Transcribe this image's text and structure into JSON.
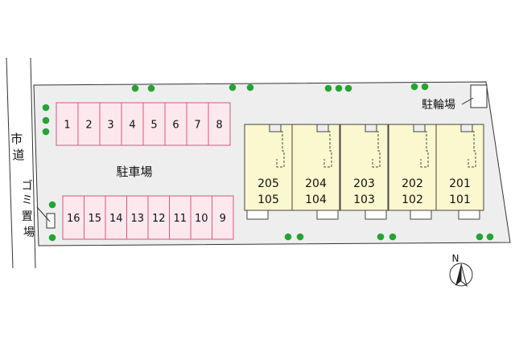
{
  "road_label": "市道",
  "garbage_label": "ゴミ置場",
  "parking_label": "駐車場",
  "bicycle_label": "駐輪場",
  "north_label": "N",
  "parking_top": [
    "1",
    "2",
    "3",
    "4",
    "5",
    "6",
    "7",
    "8"
  ],
  "parking_bottom": [
    "16",
    "15",
    "14",
    "13",
    "12",
    "11",
    "10",
    "9"
  ],
  "units": [
    {
      "upper": "205",
      "lower": "105"
    },
    {
      "upper": "204",
      "lower": "104"
    },
    {
      "upper": "203",
      "lower": "103"
    },
    {
      "upper": "202",
      "lower": "102"
    },
    {
      "upper": "201",
      "lower": "101"
    }
  ],
  "colors": {
    "ground": "#eeeeee",
    "parking_fill": "#fde8ee",
    "parking_stroke": "#d7567e",
    "building_fill": "#fbf7cf",
    "tree": "#25a334"
  }
}
